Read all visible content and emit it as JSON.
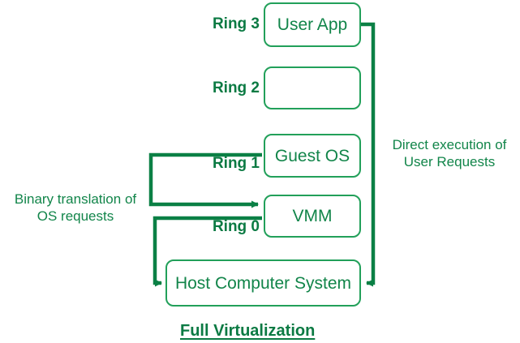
{
  "diagram": {
    "title": "Full Virtualization",
    "colors": {
      "box_border": "#22a05a",
      "text": "#12854a",
      "bold_text": "#0b7a43",
      "connector": "#0b8045",
      "background": "#ffffff"
    },
    "rings": [
      {
        "label": "Ring 3",
        "node": "User App"
      },
      {
        "label": "Ring 2",
        "node": ""
      },
      {
        "label": "Ring 1",
        "node": "Guest OS"
      },
      {
        "label": "Ring 0",
        "node": "VMM"
      }
    ],
    "nodes": {
      "user_app": "User App",
      "ring2_empty": "",
      "guest_os": "Guest OS",
      "vmm": "VMM",
      "host": "Host Computer System"
    },
    "annotations": {
      "left": "Binary translation of\nOS requests",
      "right": "Direct execution of\nUser Requests"
    }
  }
}
